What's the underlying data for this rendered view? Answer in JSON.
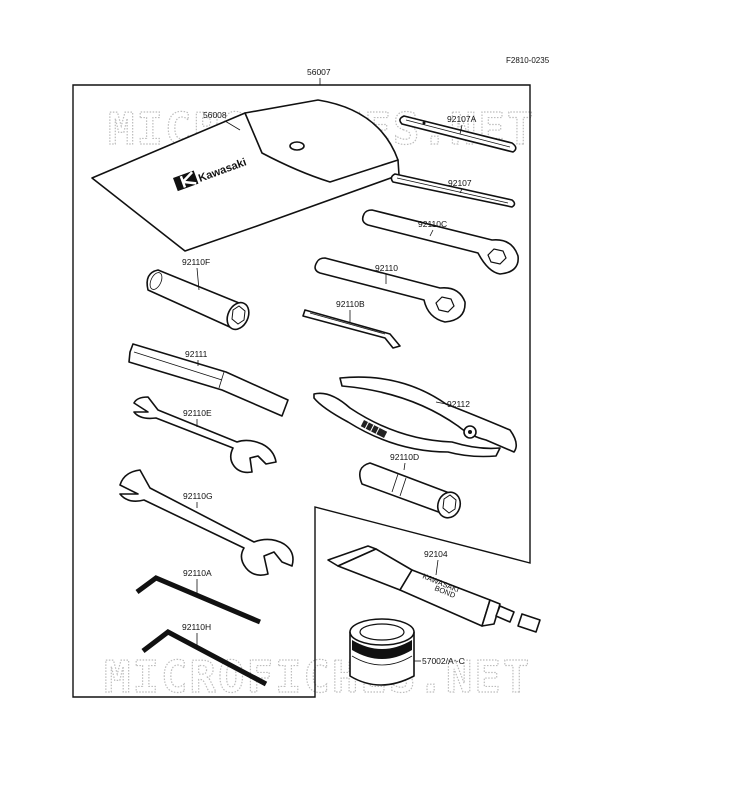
{
  "diagram": {
    "code": "F2810-0235",
    "assembly_label": "56007",
    "watermark_top": "MICROFICHES.NET",
    "watermark_bottom": "MICROFICHES.NET",
    "pouch_logo": "Kawasaki",
    "tube_print_1": "KAWASAKI",
    "tube_print_2": "BOND",
    "parts": [
      {
        "id": "56008"
      },
      {
        "id": "92107A"
      },
      {
        "id": "92107"
      },
      {
        "id": "92110C"
      },
      {
        "id": "92110F"
      },
      {
        "id": "92110"
      },
      {
        "id": "92110B"
      },
      {
        "id": "92111"
      },
      {
        "id": "92112"
      },
      {
        "id": "92110E"
      },
      {
        "id": "92110D"
      },
      {
        "id": "92110G"
      },
      {
        "id": "92104"
      },
      {
        "id": "92110A"
      },
      {
        "id": "92110H"
      },
      {
        "id": "57002/A~C"
      }
    ]
  }
}
